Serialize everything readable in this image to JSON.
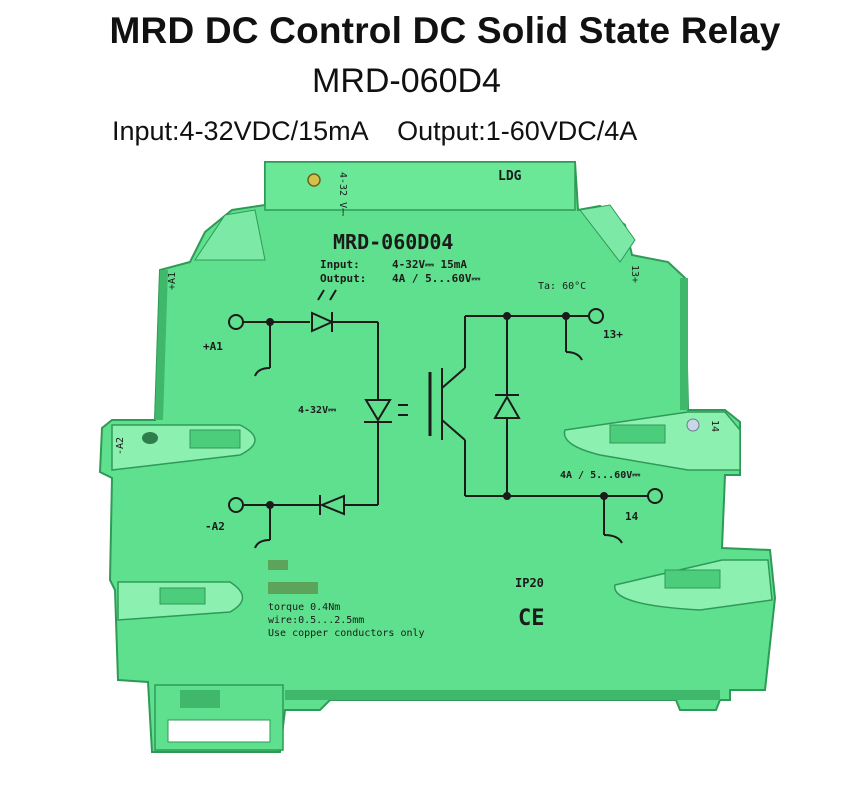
{
  "header": {
    "title": "MRD DC Control DC Solid State Relay",
    "model": "MRD-060D4",
    "specs": "Input:4-32VDC/15mA    Output:1-60VDC/4A"
  },
  "device": {
    "model_label": "MRD-060D04",
    "input_label": "Input:",
    "input_value": "4-32V⎓   15mA",
    "output_label": "Output:",
    "output_value": "4A / 5...60V⎓",
    "temp": "Ta: 60°C",
    "top_logo": "LDG",
    "top_voltage": "4-32 V⎓",
    "terminal_a1": "+A1",
    "terminal_a2": "-A2",
    "terminal_13": "13+",
    "terminal_14": "14",
    "side_a1": "+A1",
    "side_a2": "-A2",
    "side_13": "13+",
    "side_14": "14",
    "input_voltage_mark": "4-32V⎓",
    "output_rating_mark": "4A / 5...60V⎓",
    "ip_rating": "IP20",
    "ce_mark": "CE",
    "torque": "torque 0.4Nm",
    "wire": "wire:0.5...2.5mm",
    "copper": "Use copper conductors only"
  },
  "colors": {
    "housing": "#5fe08e",
    "housing_dark": "#3fb86c",
    "housing_light": "#8cf0b1",
    "ink": "#1b1b1b"
  }
}
